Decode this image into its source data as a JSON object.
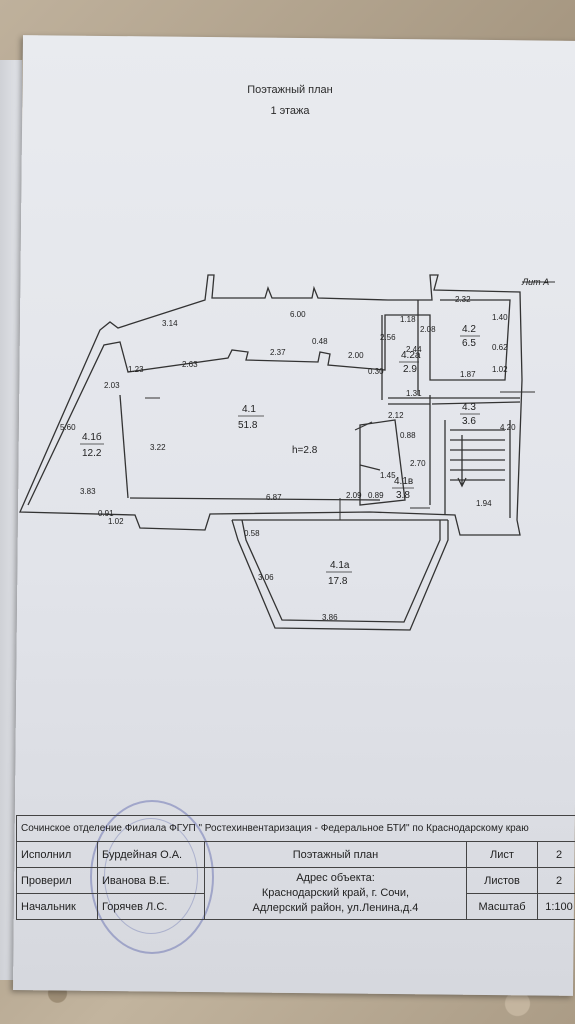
{
  "header": {
    "title_line1": "Поэтажный план",
    "title_line2": "1 этажа"
  },
  "plan": {
    "lit_label": "Лит А",
    "rooms": [
      {
        "id": "4.1б",
        "area": "12.2"
      },
      {
        "id": "4.1",
        "area": "51.8"
      },
      {
        "id": "4.1в",
        "area": "3.8"
      },
      {
        "id": "4.1а",
        "area": "17.8"
      },
      {
        "id": "4.2а",
        "area": "2.9"
      },
      {
        "id": "4.2",
        "area": "6.5"
      },
      {
        "id": "4.3",
        "area": "3.6"
      }
    ],
    "height_label": "h=2.8",
    "dimensions": [
      "3.14",
      "6.00",
      "2.56",
      "1.18",
      "2.08",
      "2.32",
      "1.40",
      "0.62",
      "1.02",
      "2.03",
      "1.23",
      "2.63",
      "2.37",
      "0.48",
      "2.00",
      "0.30",
      "2.44",
      "1.87",
      "1.31",
      "5.60",
      "3.22",
      "2.12",
      "0.88",
      "4.20",
      "1.45",
      "2.70",
      "3.83",
      "0.91",
      "1.02",
      "6.87",
      "2.09",
      "0.89",
      "1.94",
      "0.58",
      "3.06",
      "3.86"
    ]
  },
  "titleblock": {
    "org": "Сочинское отделение Филиала ФГУП \" Ростехинвентаризация - Федеральное БТИ\" по Краснодарскому краю",
    "row1": {
      "role": "Исполнил",
      "name": "Бурдейная О.А.",
      "doc": "Поэтажный план",
      "label": "Лист",
      "value": "2"
    },
    "row2": {
      "role": "Проверил",
      "name": "Иванова В.Е.",
      "addr1": "Адрес объекта:",
      "label": "Листов",
      "value": "2"
    },
    "row3": {
      "role": "Начальник",
      "name": "Горячев Л.С.",
      "addr2": "Краснодарский край, г. Сочи,",
      "addr3": "Адлерский район, ул.Ленина,д.4",
      "label": "Масштаб",
      "value": "1:100"
    }
  }
}
